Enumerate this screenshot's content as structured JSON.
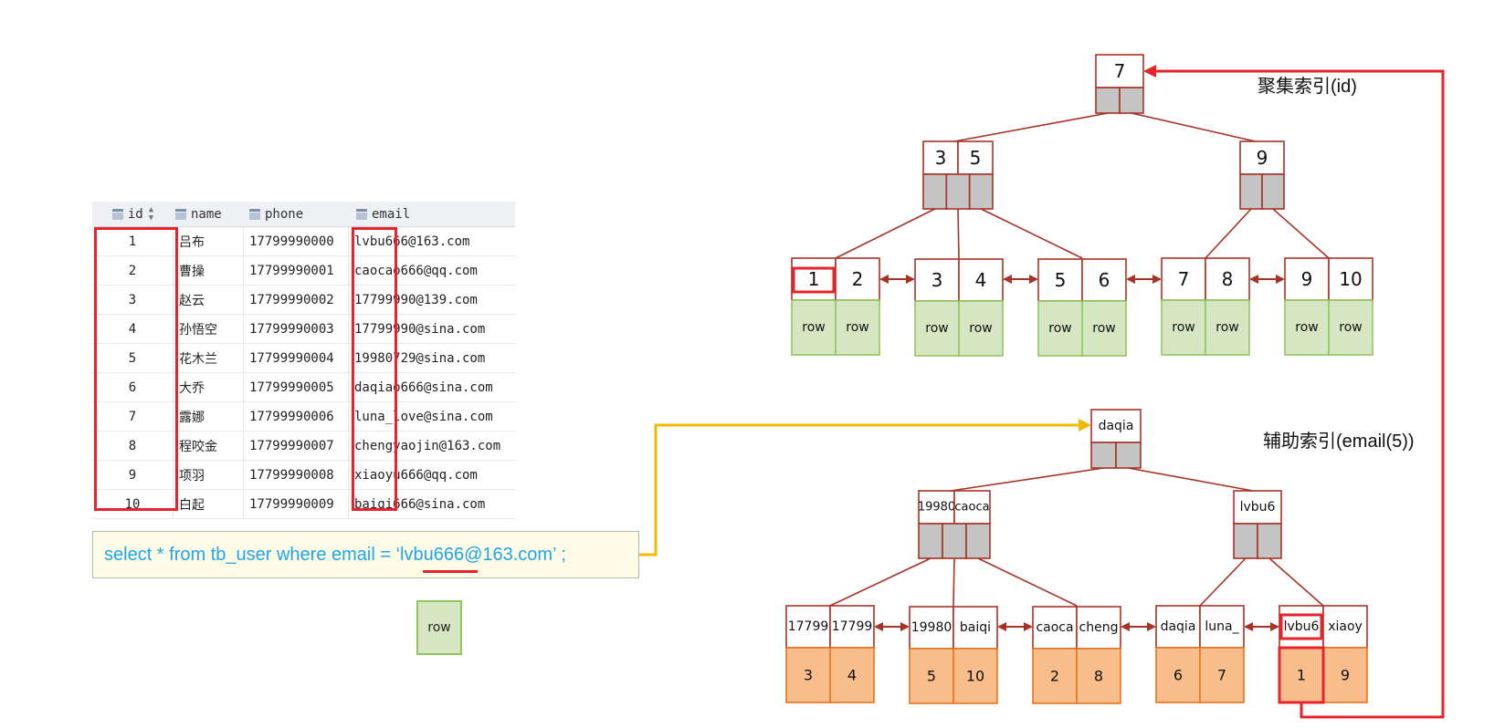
{
  "table": {
    "columns": [
      "id",
      "name",
      "phone",
      "email"
    ],
    "rows": [
      [
        "1",
        "吕布",
        "17799990000",
        "lvbu666@163.com"
      ],
      [
        "2",
        "曹操",
        "17799990001",
        "caocao666@qq.com"
      ],
      [
        "3",
        "赵云",
        "17799990002",
        "17799990@139.com"
      ],
      [
        "4",
        "孙悟空",
        "17799990003",
        "17799990@sina.com"
      ],
      [
        "5",
        "花木兰",
        "17799990004",
        "19980729@sina.com"
      ],
      [
        "6",
        "大乔",
        "17799990005",
        "daqiao666@sina.com"
      ],
      [
        "7",
        "露娜",
        "17799990006",
        "luna_love@sina.com"
      ],
      [
        "8",
        "程咬金",
        "17799990007",
        "chengyaojin@163.com"
      ],
      [
        "9",
        "项羽",
        "17799990008",
        "xiaoyu666@qq.com"
      ],
      [
        "10",
        "白起",
        "17799990009",
        "baiqi666@sina.com"
      ]
    ]
  },
  "sql": "select * from tb_user where email = ‘lvbu666@163.com’ ;",
  "row_label": "row",
  "clustered": {
    "label": "聚集索引(id)",
    "root": [
      "7"
    ],
    "level2": [
      [
        "3",
        "5"
      ],
      [
        "9"
      ]
    ],
    "leaves": [
      [
        "1",
        "2"
      ],
      [
        "3",
        "4"
      ],
      [
        "5",
        "6"
      ],
      [
        "7",
        "8"
      ],
      [
        "9",
        "10"
      ]
    ]
  },
  "secondary": {
    "label": "辅助索引(email(5))",
    "root": [
      "daqia"
    ],
    "level2": [
      [
        "19980",
        "caoca"
      ],
      [
        "lvbu6"
      ]
    ],
    "leaves": [
      [
        "17799",
        "17799"
      ],
      [
        "19980",
        "baiqi"
      ],
      [
        "caoca",
        "cheng"
      ],
      [
        "daqia",
        "luna_"
      ],
      [
        "lvbu6",
        "xiaoy"
      ]
    ],
    "ids": [
      [
        "3",
        "4"
      ],
      [
        "5",
        "10"
      ],
      [
        "2",
        "8"
      ],
      [
        "6",
        "7"
      ],
      [
        "1",
        "9"
      ]
    ]
  },
  "colors": {
    "node_border": "#a93226",
    "pointer_fill": "#c4c4c4",
    "row_fill": "#d6e6c2",
    "row_border": "#8fc75e",
    "id_fill": "#f8bd8a",
    "id_border": "#e6761f",
    "highlight": "#e8232b",
    "query_arrow": "#f5b800",
    "sql_text": "#1ea6e9"
  }
}
